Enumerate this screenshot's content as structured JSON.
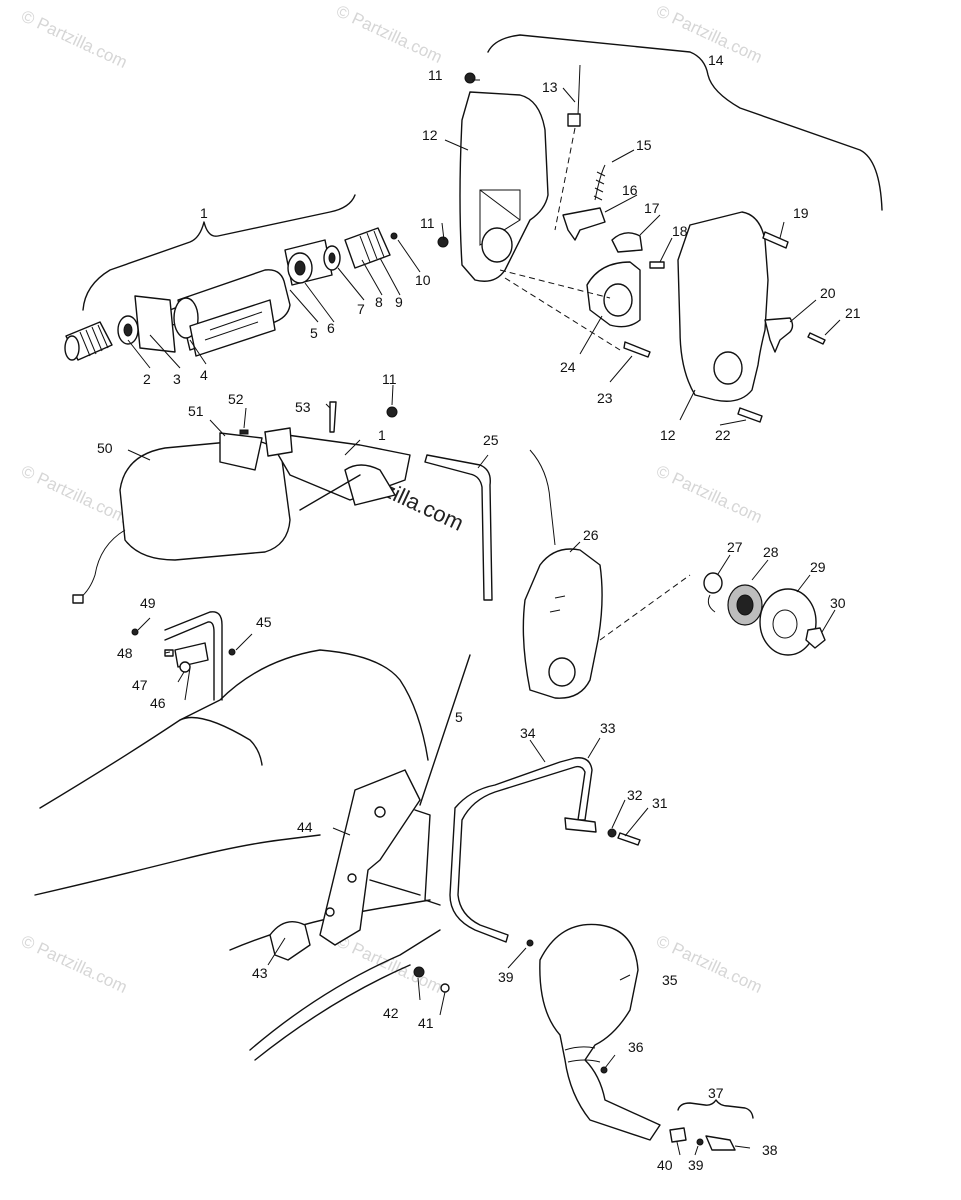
{
  "watermark": {
    "text": "© Partzilla.com",
    "center_text": "Partzilla.com"
  },
  "callouts": [
    "1",
    "2",
    "3",
    "4",
    "5",
    "6",
    "7",
    "8",
    "9",
    "10",
    "11",
    "12",
    "13",
    "14",
    "15",
    "16",
    "17",
    "18",
    "19",
    "20",
    "21",
    "22",
    "23",
    "24",
    "25",
    "26",
    "27",
    "28",
    "29",
    "30",
    "31",
    "32",
    "33",
    "34",
    "35",
    "36",
    "37",
    "38",
    "39",
    "40",
    "41",
    "42",
    "43",
    "44",
    "45",
    "46",
    "47",
    "48",
    "49",
    "50",
    "51",
    "52",
    "53"
  ],
  "labels": {
    "c1a": "1",
    "c2": "2",
    "c3": "3",
    "c4": "4",
    "c5a": "5",
    "c6": "6",
    "c7": "7",
    "c8": "8",
    "c9": "9",
    "c10": "10",
    "c11a": "11",
    "c11b": "11",
    "c11c": "11",
    "c12a": "12",
    "c12b": "12",
    "c13": "13",
    "c14": "14",
    "c15": "15",
    "c16": "16",
    "c17": "17",
    "c18": "18",
    "c19": "19",
    "c20": "20",
    "c21": "21",
    "c22": "22",
    "c23": "23",
    "c24": "24",
    "c25": "25",
    "c26": "26",
    "c27": "27",
    "c28": "28",
    "c29": "29",
    "c30": "30",
    "c31": "31",
    "c32": "32",
    "c33": "33",
    "c34": "34",
    "c35": "35",
    "c36": "36",
    "c37": "37",
    "c38": "38",
    "c39a": "39",
    "c39b": "39",
    "c40": "40",
    "c41": "41",
    "c42": "42",
    "c43": "43",
    "c44": "44",
    "c45": "45",
    "c46": "46",
    "c47": "47",
    "c48": "48",
    "c49": "49",
    "c50": "50",
    "c51": "51",
    "c52": "52",
    "c53": "53",
    "c1b": "1",
    "c5b": "5"
  }
}
